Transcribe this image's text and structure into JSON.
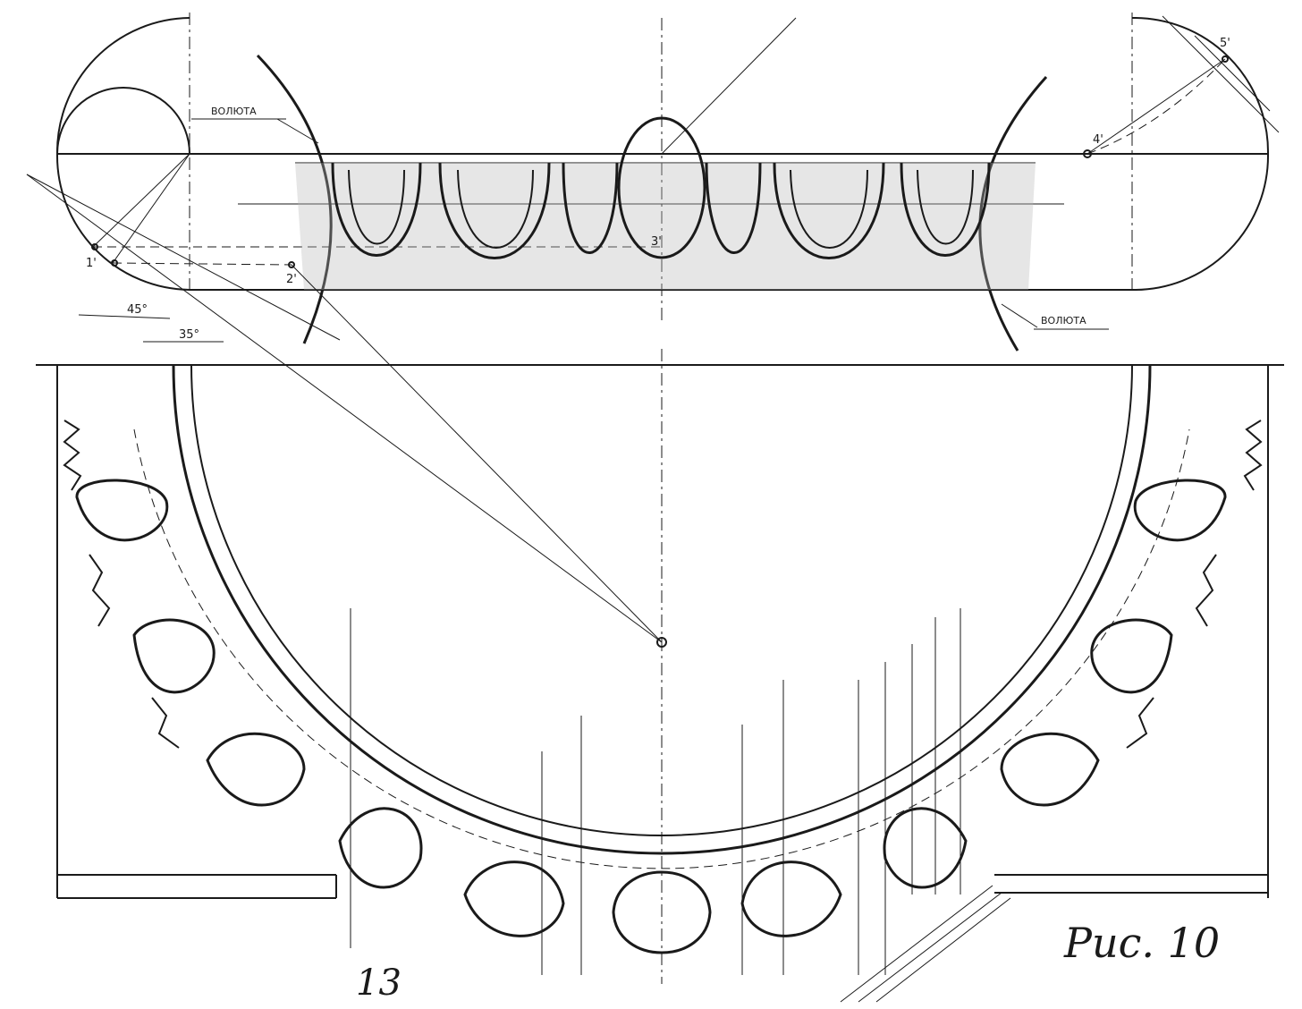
{
  "labels": {
    "volute_left": "ВОЛЮТА",
    "volute_right": "ВОЛЮТА",
    "angle_45": "45°",
    "angle_35": "35°",
    "point_1": "1'",
    "point_2": "2'",
    "point_3": "3'",
    "point_4": "4'",
    "point_5": "5'",
    "page_number": "13",
    "figure_caption": "Рис. 10"
  },
  "colors": {
    "ink": "#1a1a1a",
    "paper": "#ffffff",
    "stipple": "#b8b8b8"
  }
}
